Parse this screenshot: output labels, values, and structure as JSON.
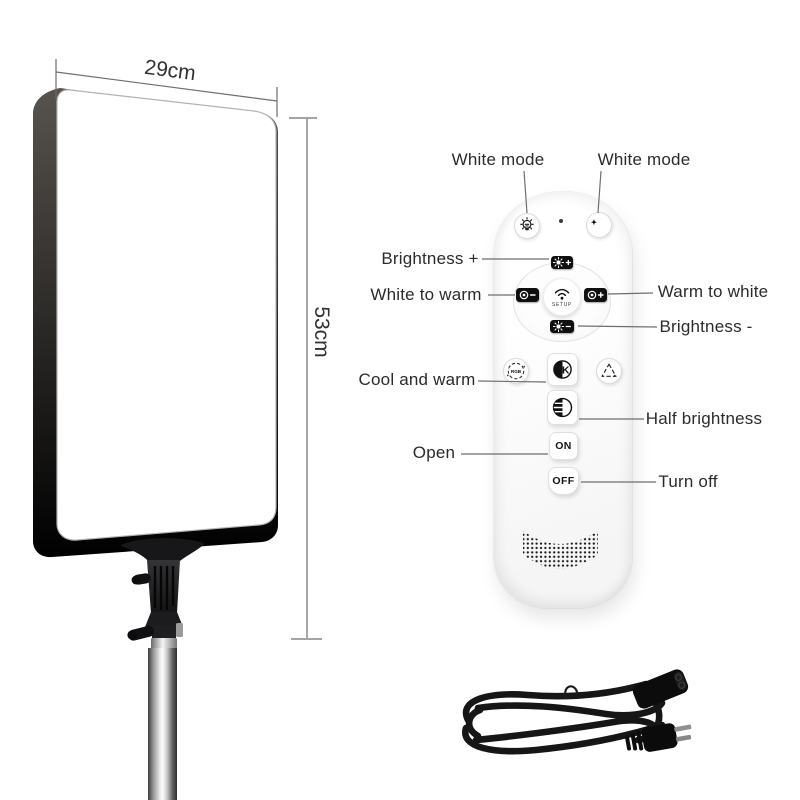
{
  "dimensions": {
    "width_label": "29cm",
    "height_label": "53cm"
  },
  "annotations": {
    "white_mode_left": "White mode",
    "white_mode_right": "White mode",
    "brightness_plus": "Brightness +",
    "white_to_warm": "White to warm",
    "warm_to_white": "Warm to white",
    "brightness_minus": "Brightness -",
    "cool_and_warm": "Cool and warm",
    "half_brightness": "Half brightness",
    "open": "Open",
    "turn_off": "Turn off"
  },
  "remote": {
    "setup_label": "SETUP",
    "on_label": "ON",
    "off_label": "OFF",
    "buttons": [
      {
        "name": "white-mode-day-button",
        "icon": "bulb-icon",
        "annotation": "White mode"
      },
      {
        "name": "white-mode-night-button",
        "icon": "moon-star-icon",
        "annotation": "White mode"
      },
      {
        "name": "brightness-plus-button",
        "icon": "sun-plus-icon",
        "annotation": "Brightness +"
      },
      {
        "name": "white-to-warm-button",
        "icon": "cct-minus-icon",
        "annotation": "White to warm"
      },
      {
        "name": "setup-button",
        "icon": "wifi-icon",
        "label": "SETUP"
      },
      {
        "name": "warm-to-white-button",
        "icon": "cct-plus-icon",
        "annotation": "Warm to white"
      },
      {
        "name": "brightness-minus-button",
        "icon": "sun-minus-icon",
        "annotation": "Brightness -"
      },
      {
        "name": "rgb-cycle-button",
        "icon": "rgb-cycle-icon",
        "annotation": ""
      },
      {
        "name": "cool-and-warm-button",
        "icon": "cct-k-icon",
        "annotation": "Cool and warm"
      },
      {
        "name": "scene-cycle-button",
        "icon": "recycle-triangle-icon",
        "annotation": ""
      },
      {
        "name": "half-brightness-button",
        "icon": "half-circle-icon",
        "annotation": "Half brightness"
      },
      {
        "name": "on-button",
        "label": "ON",
        "annotation": "Open"
      },
      {
        "name": "off-button",
        "label": "OFF",
        "annotation": "Turn off"
      }
    ]
  },
  "colors": {
    "background": "#ffffff",
    "panel_side_edge": "#46433f",
    "remote_button_black": "#0f0f0f",
    "annotation_text": "#2b2b2b",
    "leader_line": "#6e6e6e",
    "pole_chrome": "#bdbdbd"
  }
}
